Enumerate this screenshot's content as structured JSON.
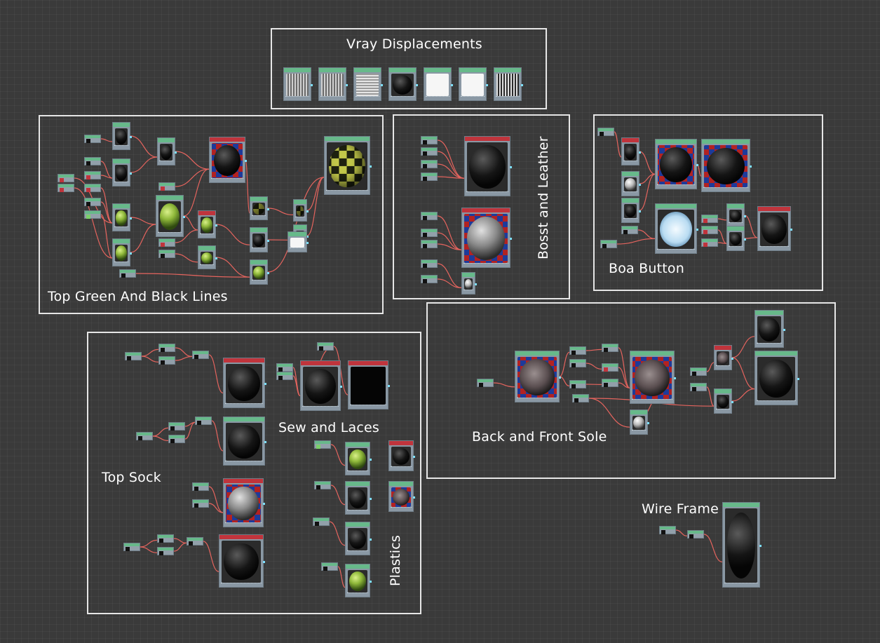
{
  "groups": {
    "vray": "Vray Displacements",
    "top_green": "Top Green And Black Lines",
    "bosst": "Bosst and Leather",
    "boa": "Boa Button",
    "sole": "Back and Front Sole",
    "sock": "Top Sock",
    "sew": "Sew and Laces",
    "plastics": "Plastics",
    "wire": "Wire Frame"
  },
  "colors": {
    "background": "#3a3a3a",
    "group_border": "#e6e6e6",
    "wire": "#e5645e",
    "node_header": "#67b98a",
    "node_header_alt": "#c0343c"
  }
}
